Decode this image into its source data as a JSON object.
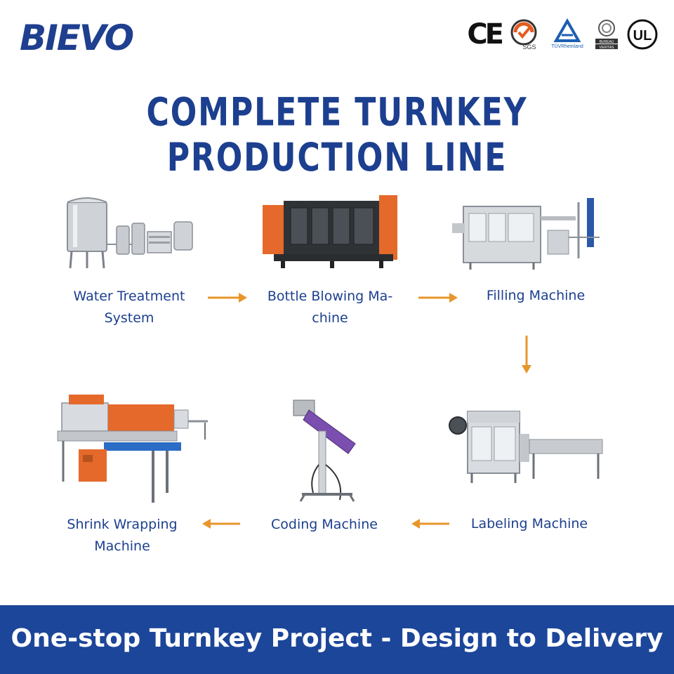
{
  "brand": {
    "logo_text": "BIEVO"
  },
  "certifications": [
    "CE",
    "SGS",
    "TÜVRheinland",
    "BUREAU VERITAS",
    "UL"
  ],
  "cert_labels": {
    "ce": "CE",
    "sgs": "SGS",
    "tuv": "TÜVRheinland",
    "bv_top": "BUREAU",
    "bv_bottom": "VERITAS",
    "ul": "UL"
  },
  "headline": "COMPLETE TURNKEY PRODUCTION LINE",
  "steps": [
    {
      "label_line1": "Water Treatment",
      "label_line2": "System",
      "icon": "water-treatment-system"
    },
    {
      "label_line1": "Bottle Blowing Ma-",
      "label_line2": "chine",
      "icon": "bottle-blowing-machine"
    },
    {
      "label_line1": "Filling Machine",
      "label_line2": "",
      "icon": "filling-machine"
    },
    {
      "label_line1": "Labeling Machine",
      "label_line2": "",
      "icon": "labeling-machine"
    },
    {
      "label_line1": "Coding Machine",
      "label_line2": "",
      "icon": "coding-machine"
    },
    {
      "label_line1": "Shrink Wrapping",
      "label_line2": "Machine",
      "icon": "shrink-wrapping-machine"
    }
  ],
  "colors": {
    "brand_blue": "#1c3f8f",
    "banner_blue": "#1c4699",
    "arrow_orange": "#e8962a",
    "machine_orange": "#e5692a"
  },
  "footer": {
    "banner_text": "One-stop Turnkey Project - Design to Delivery"
  }
}
